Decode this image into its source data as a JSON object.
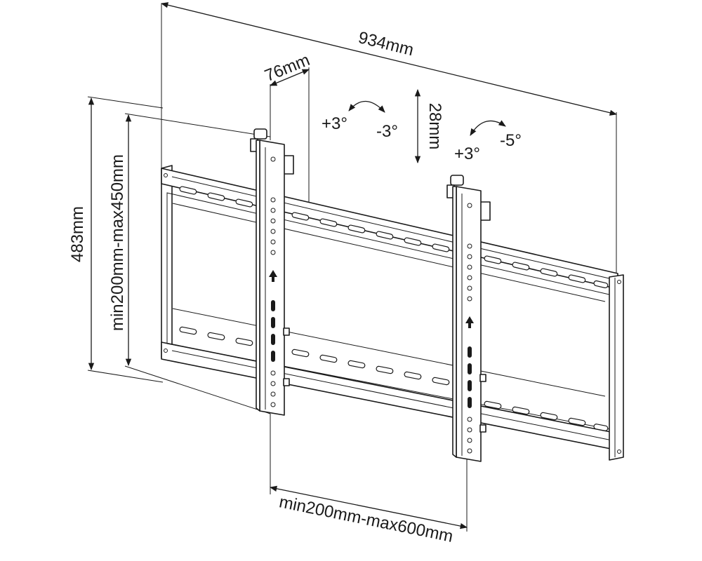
{
  "dimensions": {
    "overall_width": "934mm",
    "depth": "76mm",
    "vertical_adjust": "28mm",
    "overall_height": "483mm",
    "vertical_hole_range": "min200mm-max450mm",
    "horizontal_arm_range": "min200mm-max600mm"
  },
  "tilt_left": {
    "positive": "+3°",
    "negative": "-3°"
  },
  "tilt_right": {
    "positive": "+3°",
    "negative": "-5°"
  }
}
